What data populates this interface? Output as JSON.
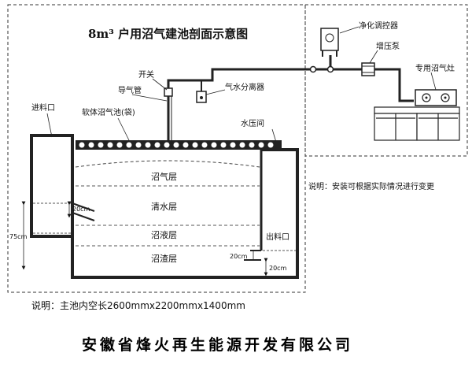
{
  "title": "8m³ 户用沼气建池剖面示意图",
  "labels": {
    "switch": "开关",
    "gas_pipe": "导气管",
    "soft_bag": "软体沼气池(袋)",
    "inlet": "进料口",
    "separator": "气水分离器",
    "pressure_room": "水压间",
    "purifier": "净化调控器",
    "booster": "增压泵",
    "stove": "专用沼气灶",
    "outlet": "出料口"
  },
  "layers": [
    "沼气层",
    "清水层",
    "沼液层",
    "沼渣层"
  ],
  "dims": {
    "d20a": "20cm",
    "d75": "75cm",
    "d20b": "20cm",
    "d20c": "20cm"
  },
  "right_note": "说明：安装可根据实际情况进行变更",
  "bottom_note": "说明：主池内空长2600mmx2200mmx1400mm",
  "company": "安徽省烽火再生能源开发有限公司"
}
